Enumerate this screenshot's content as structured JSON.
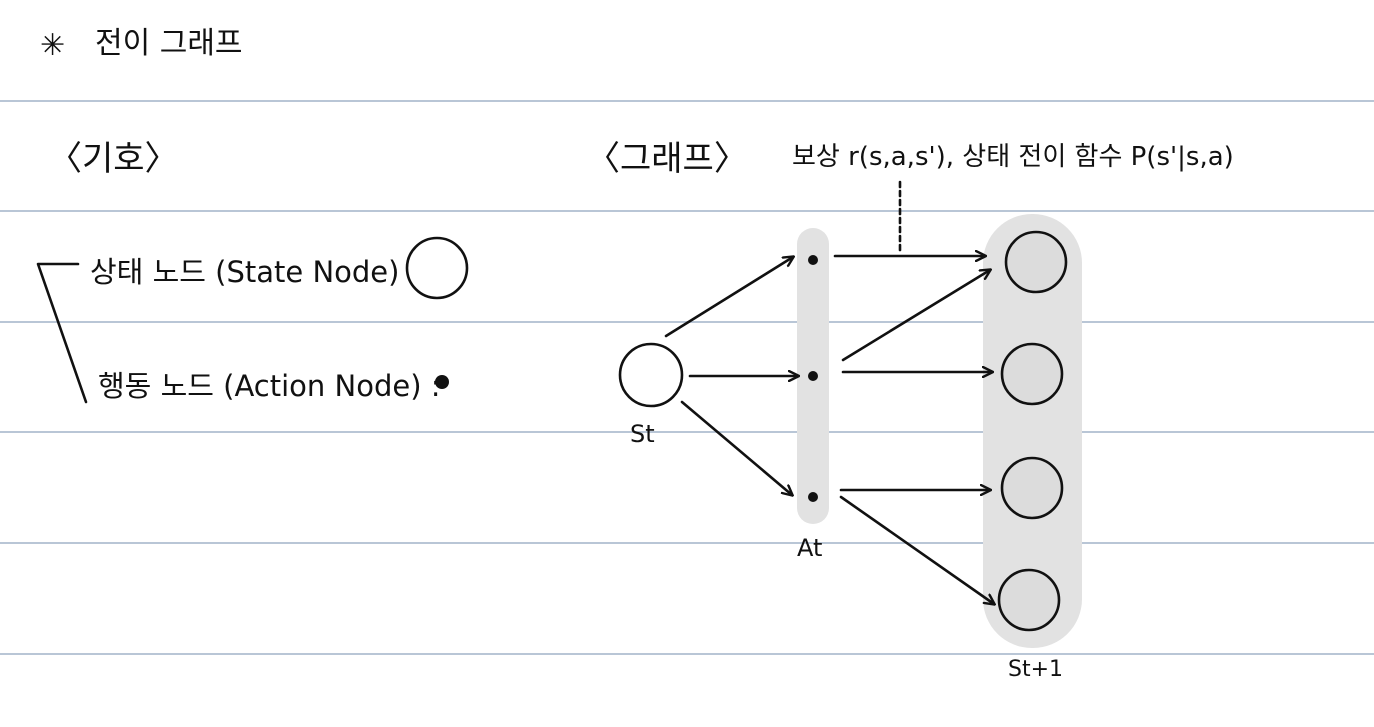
{
  "page": {
    "title_mark": "✳",
    "title": "전이 그래프"
  },
  "legend": {
    "heading": "〈기호〉",
    "state_label": "상태 노드 (State Node) :",
    "action_label": "행동 노드 (Action Node) :"
  },
  "graph": {
    "heading": "〈그래프〉",
    "annotation": "보상 r(s,a,s'), 상태 전이 함수 P(s'|s,a)",
    "state_t_label": "St",
    "action_label": "At",
    "state_next_label": "St+1"
  },
  "colors": {
    "ruled_line": "#b9c6d6",
    "ink": "#111111",
    "node_fill": "#dcdcdc",
    "band_fill": "#e2e2e2"
  }
}
